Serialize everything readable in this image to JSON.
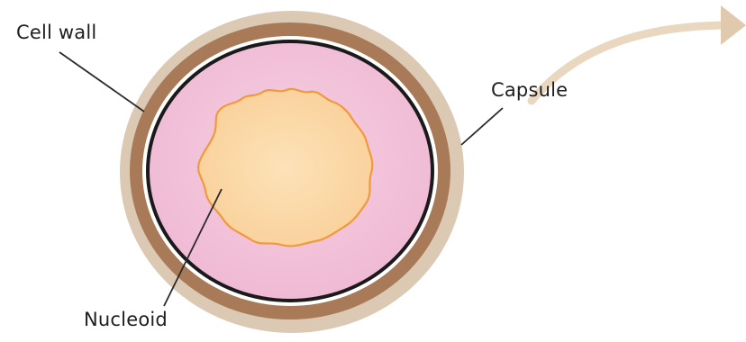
{
  "labels": {
    "cell_wall": "Cell wall",
    "capsule": "Capsule",
    "nucleoid": "Nucleoid"
  },
  "colors": {
    "capsule": "#dcc9b4",
    "cell_wall": "#a87a57",
    "membrane": "#1a1a1a",
    "cytoplasm": "#f3c4db",
    "nucleoid_fill": "#fbd6a3",
    "nucleoid_outline": "#ef9a3d",
    "arrow": "#ead7c0",
    "leader_line": "#2a2a2a"
  }
}
